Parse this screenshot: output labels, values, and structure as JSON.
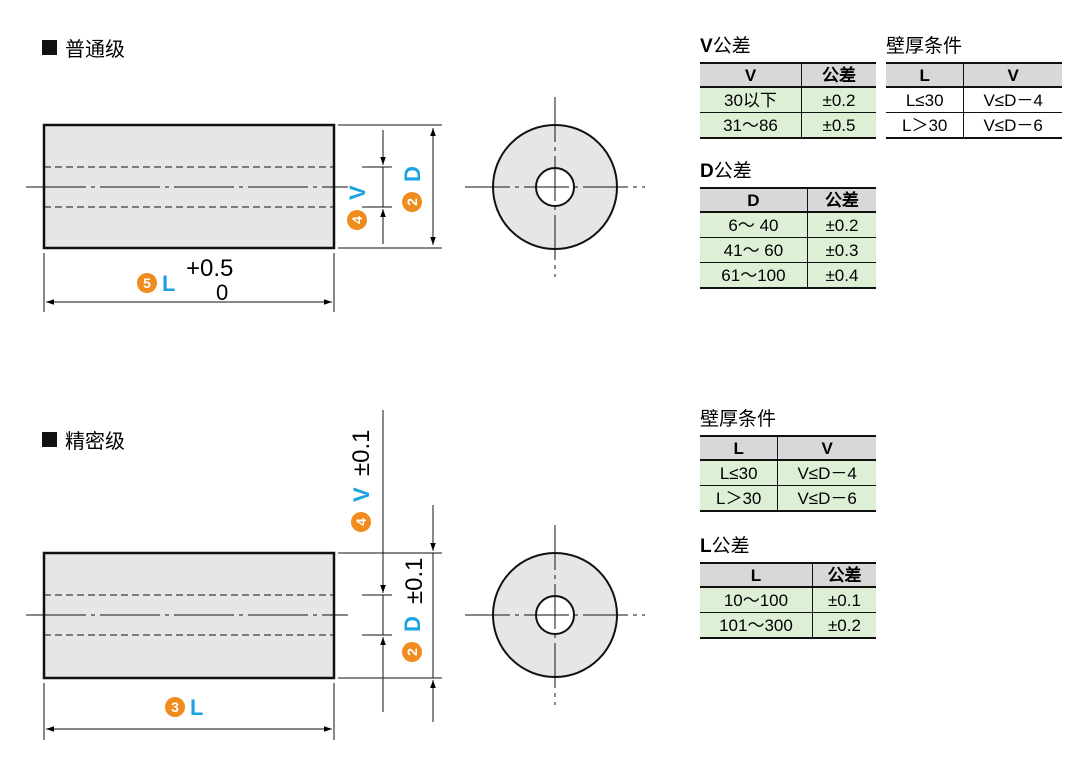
{
  "standard": {
    "title": "普通级",
    "dim_L_badge": "5",
    "dim_L_letter": "L",
    "dim_L_tol_upper": "+0.5",
    "dim_L_tol_lower": "0",
    "dim_V_badge": "4",
    "dim_V_letter": "V",
    "dim_D_badge": "2",
    "dim_D_letter": "D"
  },
  "precision": {
    "title": "精密级",
    "dim_L_badge": "3",
    "dim_L_letter": "L",
    "dim_V_badge": "4",
    "dim_V_letter": "V",
    "dim_V_tol": "±0.1",
    "dim_D_badge": "2",
    "dim_D_letter": "D",
    "dim_D_tol": "±0.1"
  },
  "tables": {
    "v_tol": {
      "title_bold": "V",
      "title_rest": "公差",
      "headers": [
        "V",
        "公差"
      ],
      "rows": [
        [
          "30以下",
          "±0.2"
        ],
        [
          "31～86",
          "±0.5"
        ]
      ]
    },
    "wall1": {
      "title": "壁厚条件",
      "headers": [
        "L",
        "V"
      ],
      "rows": [
        [
          "L≤30",
          "V≤D－4"
        ],
        [
          "L＞30",
          "V≤D－6"
        ]
      ]
    },
    "d_tol": {
      "title_bold": "D",
      "title_rest": "公差",
      "headers": [
        "D",
        "公差"
      ],
      "rows": [
        [
          "6～ 40",
          "±0.2"
        ],
        [
          "41～ 60",
          "±0.3"
        ],
        [
          "61～100",
          "±0.4"
        ]
      ]
    },
    "wall2": {
      "title": "壁厚条件",
      "headers": [
        "L",
        "V"
      ],
      "rows": [
        [
          "L≤30",
          "V≤D－4"
        ],
        [
          "L＞30",
          "V≤D－6"
        ]
      ]
    },
    "l_tol": {
      "title_bold": "L",
      "title_rest": "公差",
      "headers": [
        "L",
        "公差"
      ],
      "rows": [
        [
          "10～100",
          "±0.1"
        ],
        [
          "101～300",
          "±0.2"
        ]
      ]
    }
  },
  "colors": {
    "badge": "#f08c1e",
    "letter": "#1aa3e0",
    "part_fill": "#e6e6e6",
    "table_header": "#d8d8d8",
    "table_cell": "#ddf0d6"
  }
}
